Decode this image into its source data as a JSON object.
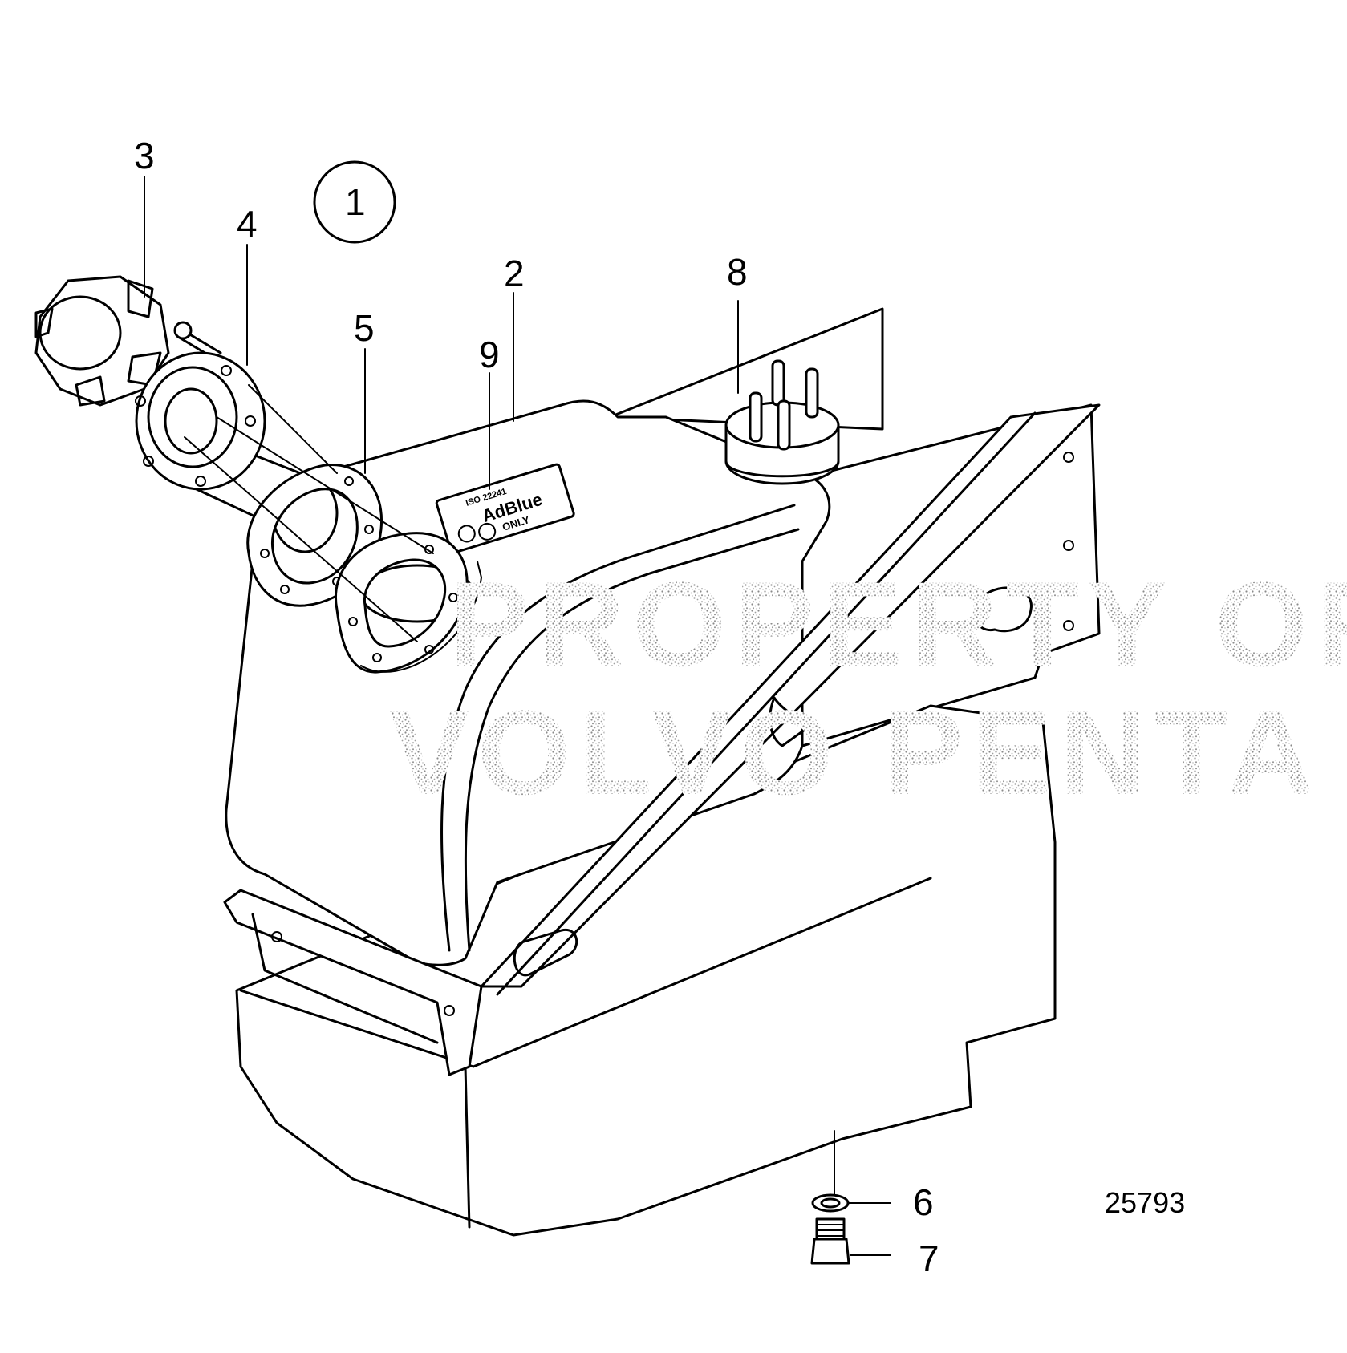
{
  "diagram": {
    "group_marker": "1",
    "drawing_number": "25793",
    "watermark": {
      "line1": "PROPERTY OF",
      "line2": "VOLVO PENTA"
    },
    "decal": {
      "brand": "AdBlue",
      "only": "ONLY",
      "iso": "ISO 22241"
    },
    "callouts": [
      {
        "number": "2",
        "part": "tank"
      },
      {
        "number": "3",
        "part": "filler cap"
      },
      {
        "number": "4",
        "part": "filler neck"
      },
      {
        "number": "5",
        "part": "gasket"
      },
      {
        "number": "6",
        "part": "sealing ring"
      },
      {
        "number": "7",
        "part": "drain plug"
      },
      {
        "number": "8",
        "part": "sender unit"
      },
      {
        "number": "9",
        "part": "decal"
      }
    ]
  }
}
